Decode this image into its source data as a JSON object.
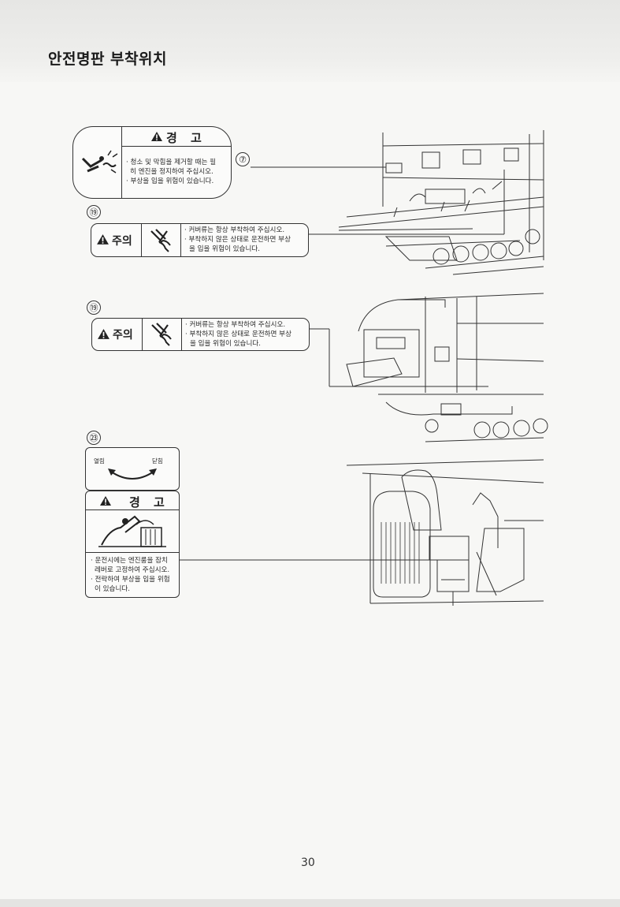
{
  "page": {
    "title": "안전명판 부착위치",
    "page_number": "30"
  },
  "labels": {
    "ref7": "⑦",
    "ref19a": "⑲",
    "ref19b": "⑲",
    "ref23": "㉓",
    "warning1": {
      "header": "경 고",
      "line1": "· 청소 및 막힘을 제거할 때는 필",
      "line2": "히 엔진을 정지하여 주십시오.",
      "line3": "· 부상을 입을 위험이 있습니다."
    },
    "caution1": {
      "header": "주의",
      "line1": "· 커버류는 항상 부착하여 주십시오.",
      "line2": "· 부착하지 않은 상태로 운전하면 부상",
      "line3": "을 입을 위험이 있습니다."
    },
    "caution2": {
      "header": "주의",
      "line1": "· 커버류는 항상 부착하여 주십시오.",
      "line2": "· 부착하지 않은 상태로 운전하면 부상",
      "line3": "을 입을 위험이 있습니다."
    },
    "warning2": {
      "open": "열림",
      "close": "닫힘",
      "header": "경 고",
      "line1": "· 운전시에는 엔진룸을 잠치",
      "line2": "레버로 고정하여 주십시오.",
      "line3": "· 전락하여 부상을 입을 위험",
      "line4": "이 있습니다."
    }
  }
}
